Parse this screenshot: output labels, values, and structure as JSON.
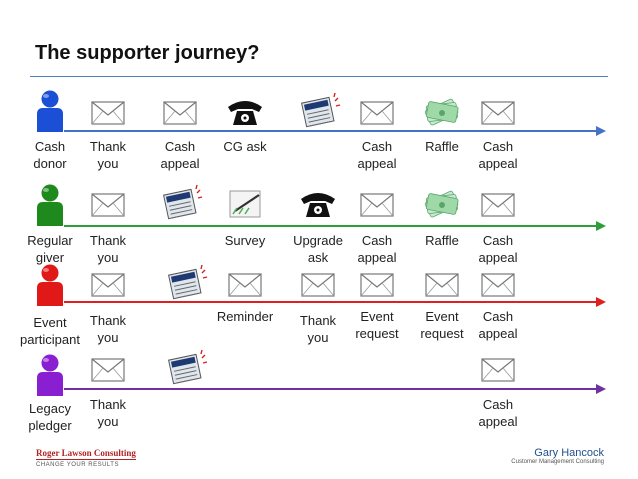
{
  "title": "The supporter journey?",
  "colors": {
    "title_rule": "#4f81bd",
    "cash_line": "#4472c4",
    "regular_line": "#2e9e3a",
    "event_line": "#e02020",
    "legacy_line": "#7030a0",
    "cash_person": "#1a4fd6",
    "regular_person": "#1e8a1e",
    "event_person": "#e01818",
    "legacy_person": "#8a1fd1"
  },
  "journeys": [
    {
      "segment": "Cash\ndonor",
      "person_color_key": "cash_person",
      "line_color_key": "cash_line",
      "touchpoints": [
        {
          "icon": "envelope-icon",
          "label": "Thank\nyou"
        },
        {
          "icon": "envelope-icon",
          "label": "Cash\nappeal"
        },
        {
          "icon": "telephone-icon",
          "label": "CG ask"
        },
        {
          "icon": "newspaper-icon",
          "label": ""
        },
        {
          "icon": "envelope-icon",
          "label": "Cash\nappeal"
        },
        {
          "icon": "raffle-tickets-icon",
          "label": "Raffle"
        },
        {
          "icon": "envelope-icon",
          "label": "Cash\nappeal"
        }
      ]
    },
    {
      "segment": "Regular\ngiver",
      "person_color_key": "regular_person",
      "line_color_key": "regular_line",
      "touchpoints": [
        {
          "icon": "envelope-icon",
          "label": "Thank\nyou"
        },
        {
          "icon": "newspaper-icon",
          "label": ""
        },
        {
          "icon": "survey-form-icon",
          "label": "Survey"
        },
        {
          "icon": "telephone-icon",
          "label": "Upgrade\nask"
        },
        {
          "icon": "envelope-icon",
          "label": "Cash\nappeal"
        },
        {
          "icon": "raffle-tickets-icon",
          "label": "Raffle"
        },
        {
          "icon": "envelope-icon",
          "label": "Cash\nappeal"
        }
      ]
    },
    {
      "segment": "Event\nparticipant",
      "person_color_key": "event_person",
      "line_color_key": "event_line",
      "touchpoints": [
        {
          "icon": "envelope-icon",
          "label": "Thank\nyou"
        },
        {
          "icon": "newspaper-icon",
          "label": ""
        },
        {
          "icon": "envelope-icon",
          "label": "Reminder"
        },
        {
          "icon": "envelope-icon",
          "label": "Thank\nyou"
        },
        {
          "icon": "envelope-icon",
          "label": "Event\nrequest"
        },
        {
          "icon": "envelope-icon",
          "label": "Event\nrequest"
        },
        {
          "icon": "envelope-icon",
          "label": "Cash\nappeal"
        }
      ]
    },
    {
      "segment": "Legacy\npledger",
      "person_color_key": "legacy_person",
      "line_color_key": "legacy_line",
      "touchpoints": [
        {
          "icon": "envelope-icon",
          "label": "Thank\nyou"
        },
        {
          "icon": "newspaper-icon",
          "label": ""
        },
        {
          "icon": "envelope-icon",
          "label": "Cash\nappeal"
        }
      ]
    }
  ],
  "footer": {
    "left_logo_name": "Roger Lawson Consulting",
    "left_logo_tagline": "CHANGE YOUR RESULTS",
    "right_brand_name": "Gary Hancock",
    "right_brand_tagline": "Customer Management Consulting"
  }
}
